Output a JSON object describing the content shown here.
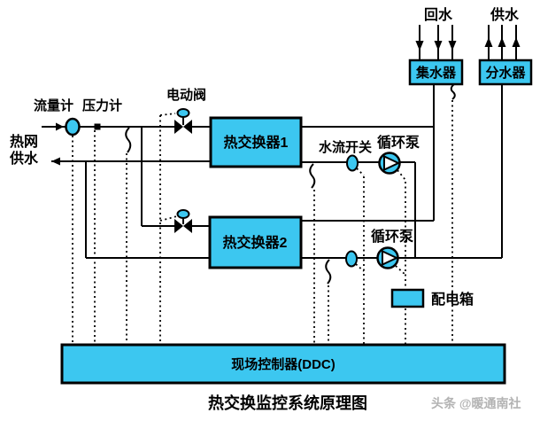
{
  "diagram": {
    "title": "热交换监控系统原理图",
    "watermark": "头条 @暖通南社",
    "colors": {
      "device_fill": "#3CC7F0",
      "line": "#000000",
      "watermark_gray": "#b3b3b3"
    },
    "labels": {
      "flow_meter": "流量计",
      "pressure_gauge": "压力计",
      "electric_valve": "电动阀",
      "heat_network_line1": "热网",
      "heat_network_line2": "供水",
      "return_water_top": "回水",
      "supply_water_top": "供水",
      "water_collector": "集水器",
      "water_distributor": "分水器",
      "heat_exchanger_1": "热交换器1",
      "heat_exchanger_2": "热交换器2",
      "flow_switch": "水流开关",
      "circulation_pump_1": "循环泵",
      "circulation_pump_2": "循环泵",
      "distribution_box": "配电箱",
      "ddc_controller": "现场控制器(DDC)"
    }
  }
}
